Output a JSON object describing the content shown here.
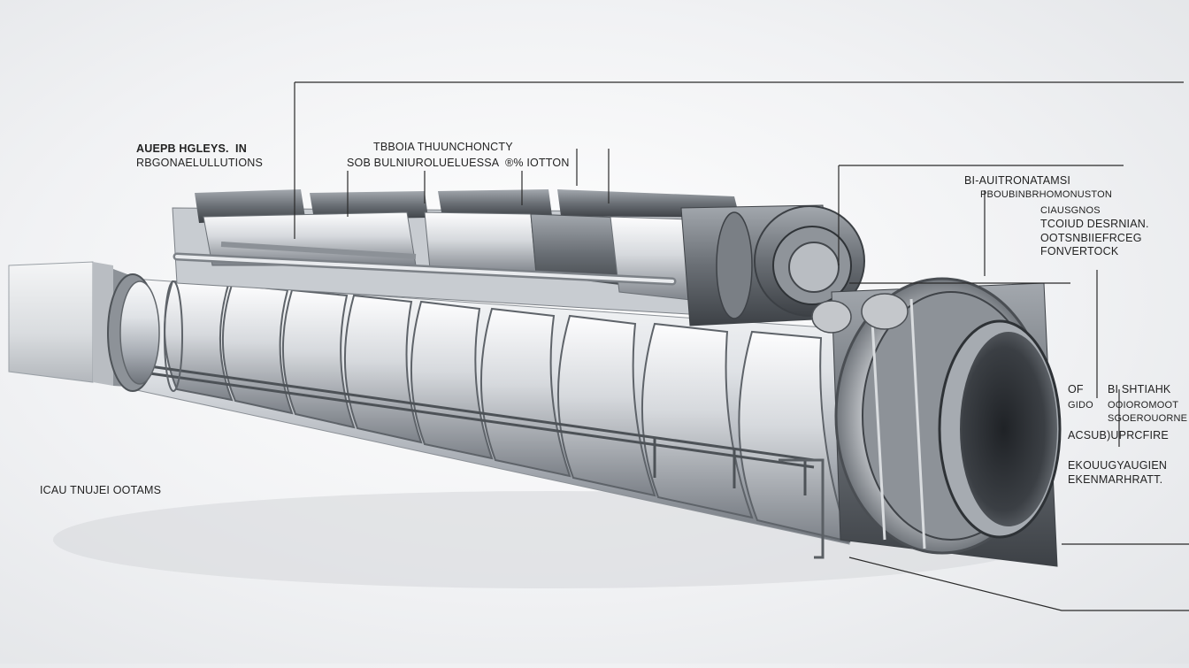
{
  "colors": {
    "background": "#f1f2f4",
    "steel_light": "#e9ebee",
    "steel_mid": "#b7bbc1",
    "steel_dark": "#5c6066",
    "leader_line": "#2a2a2a"
  },
  "labels": {
    "top_left": {
      "line1": "AUEPB HGLEYS.  IN",
      "line2": "RBGONAELULLUTIONS"
    },
    "top_center": {
      "line1": "TBBOIA THUUNCHONCTY",
      "line2": "SOB BULNIUROLUELUESSA  ®% IOTTON"
    },
    "right_upper": {
      "line1": "BI-AUITRONATAMSI",
      "line2": "PBOUBINBRHOMONUSTON",
      "line3": "CIAUSGNOS",
      "line4": "TCOIUD DESRNIAN.",
      "line5": "OOTSNBIIEFRCEG",
      "line6": "FONVERTOCK"
    },
    "right_lower": {
      "col1_line1": "OF",
      "col1_line2": "GIDO",
      "col2_line1": "BI SHTIAHK",
      "col2_line2": "OOIOROMOOT",
      "col2_line3": "SGOEROUORNE",
      "line3": "ACSUB)UPRCFIRE",
      "line4": "EKOUUGYAUGIEN",
      "line5": "EKENMARHRATT."
    },
    "bottom_left": "ICAU TNUJEI OOTAMS"
  }
}
